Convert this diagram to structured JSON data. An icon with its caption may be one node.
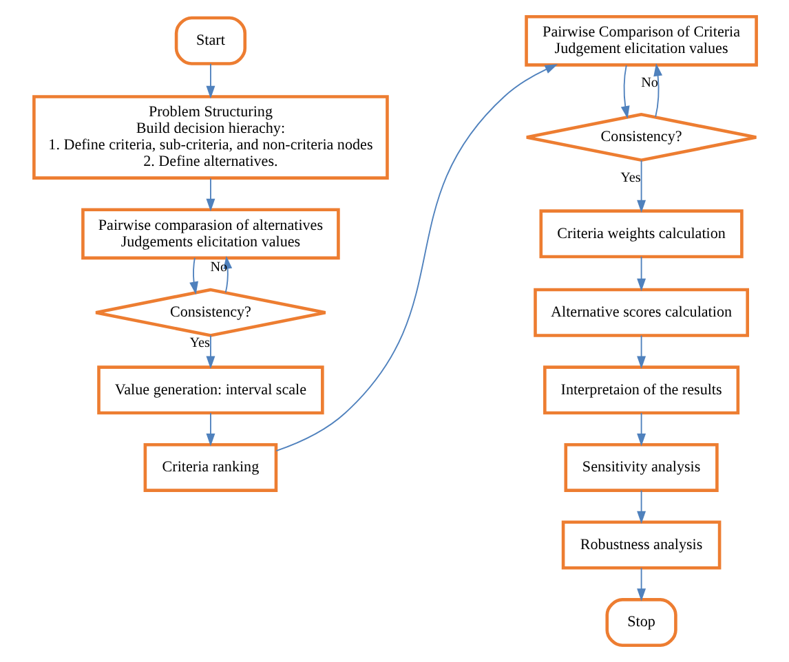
{
  "diagram": {
    "nodes": [
      {
        "text": [
          "Start"
        ]
      },
      {
        "text": [
          "Problem Structuring",
          "Build decision hierachy:",
          "1. Define criteria, sub-criteria, and non-criteria nodes",
          "2. Define alternatives."
        ]
      },
      {
        "text": [
          "Pairwise comparasion of alternatives",
          "Judgements elicitation values"
        ]
      },
      {
        "text": [
          "Consistency?"
        ]
      },
      {
        "text": [
          "Value generation: interval scale"
        ]
      },
      {
        "text": [
          "Criteria ranking"
        ]
      },
      {
        "text": [
          "Pairwise Comparison of Criteria",
          "Judgement elicitation values"
        ]
      },
      {
        "text": [
          "Consistency?"
        ]
      },
      {
        "text": [
          "Criteria weights calculation"
        ]
      },
      {
        "text": [
          "Alternative scores calculation"
        ]
      },
      {
        "text": [
          "Interpretaion of the results"
        ]
      },
      {
        "text": [
          "Sensitivity analysis"
        ]
      },
      {
        "text": [
          "Robustness analysis"
        ]
      },
      {
        "text": [
          "Stop"
        ]
      }
    ],
    "edges": [
      {
        "from": 0,
        "to": 1,
        "arrow": "to"
      },
      {
        "from": 1,
        "to": 2,
        "arrow": "to"
      },
      {
        "from": 2,
        "to": 3,
        "arrow": "to"
      },
      {
        "from": 3,
        "to": 2,
        "arrow": "to",
        "label": "No"
      },
      {
        "from": 3,
        "to": 4,
        "arrow": "to",
        "label": "Yes"
      },
      {
        "from": 4,
        "to": 5,
        "arrow": "to"
      },
      {
        "from": 5,
        "to": 6,
        "arrow": "to"
      },
      {
        "from": 6,
        "to": 7,
        "arrow": "to"
      },
      {
        "from": 7,
        "to": 6,
        "arrow": "to",
        "label": "No"
      },
      {
        "from": 7,
        "to": 8,
        "arrow": "to",
        "label": "Yes"
      },
      {
        "from": 8,
        "to": 9,
        "arrow": "to"
      },
      {
        "from": 9,
        "to": 10,
        "arrow": "to"
      },
      {
        "from": 10,
        "to": 11,
        "arrow": "to"
      },
      {
        "from": 11,
        "to": 12,
        "arrow": "to"
      },
      {
        "from": 12,
        "to": 13,
        "arrow": "to"
      }
    ]
  }
}
